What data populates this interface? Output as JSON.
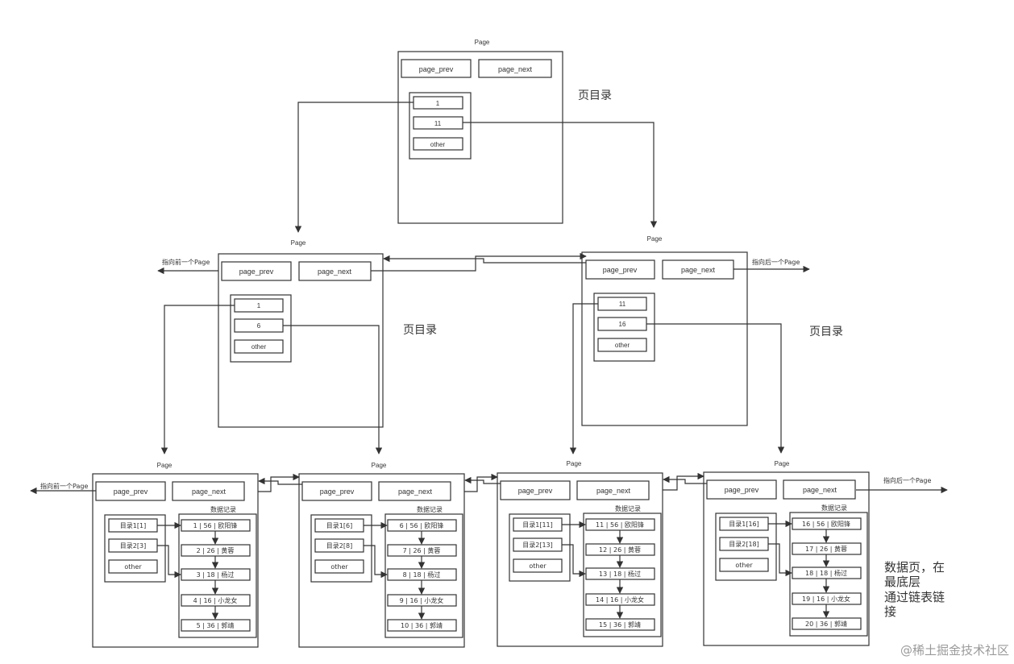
{
  "labels": {
    "page": "Page",
    "page_prev": "page_prev",
    "page_next": "page_next",
    "other": "other",
    "page_directory": "页目录",
    "data_records": "数据记录",
    "prev_pointer": "指向前一个Page",
    "next_pointer": "指向后一个Page"
  },
  "root": {
    "entries": [
      "1",
      "11",
      "other"
    ]
  },
  "middle": [
    {
      "entries": [
        "1",
        "6",
        "other"
      ]
    },
    {
      "entries": [
        "11",
        "16",
        "other"
      ]
    }
  ],
  "leaves": [
    {
      "dirs": [
        "目录1[1]",
        "目录2[3]",
        "other"
      ],
      "records": [
        "1 | 56 | 欧阳锋",
        "2 | 26 | 黄蓉",
        "3 | 18 | 杨过",
        "4 | 16 | 小龙女",
        "5 | 36 | 郭靖"
      ]
    },
    {
      "dirs": [
        "目录1[6]",
        "目录2[8]",
        "other"
      ],
      "records": [
        "6 | 56 | 欧阳锋",
        "7 | 26 | 黄蓉",
        "8 | 18 | 杨过",
        "9 | 16 | 小龙女",
        "10 | 36 | 郭靖"
      ]
    },
    {
      "dirs": [
        "目录1[11]",
        "目录2[13]",
        "other"
      ],
      "records": [
        "11 | 56 | 欧阳锋",
        "12 | 26 | 黄蓉",
        "13 | 18 | 杨过",
        "14 | 16 | 小龙女",
        "15 | 36 | 郭靖"
      ]
    },
    {
      "dirs": [
        "目录1[16]",
        "目录2[18]",
        "other"
      ],
      "records": [
        "16 | 56 | 欧阳锋",
        "17 | 26 | 黄蓉",
        "18 | 18 | 杨过",
        "19 | 16 | 小龙女",
        "20 | 36 | 郭靖"
      ]
    }
  ],
  "note": [
    "数据页，在",
    "最底层",
    "通过链表链",
    "接"
  ],
  "watermark": "@稀土掘金技术社区"
}
